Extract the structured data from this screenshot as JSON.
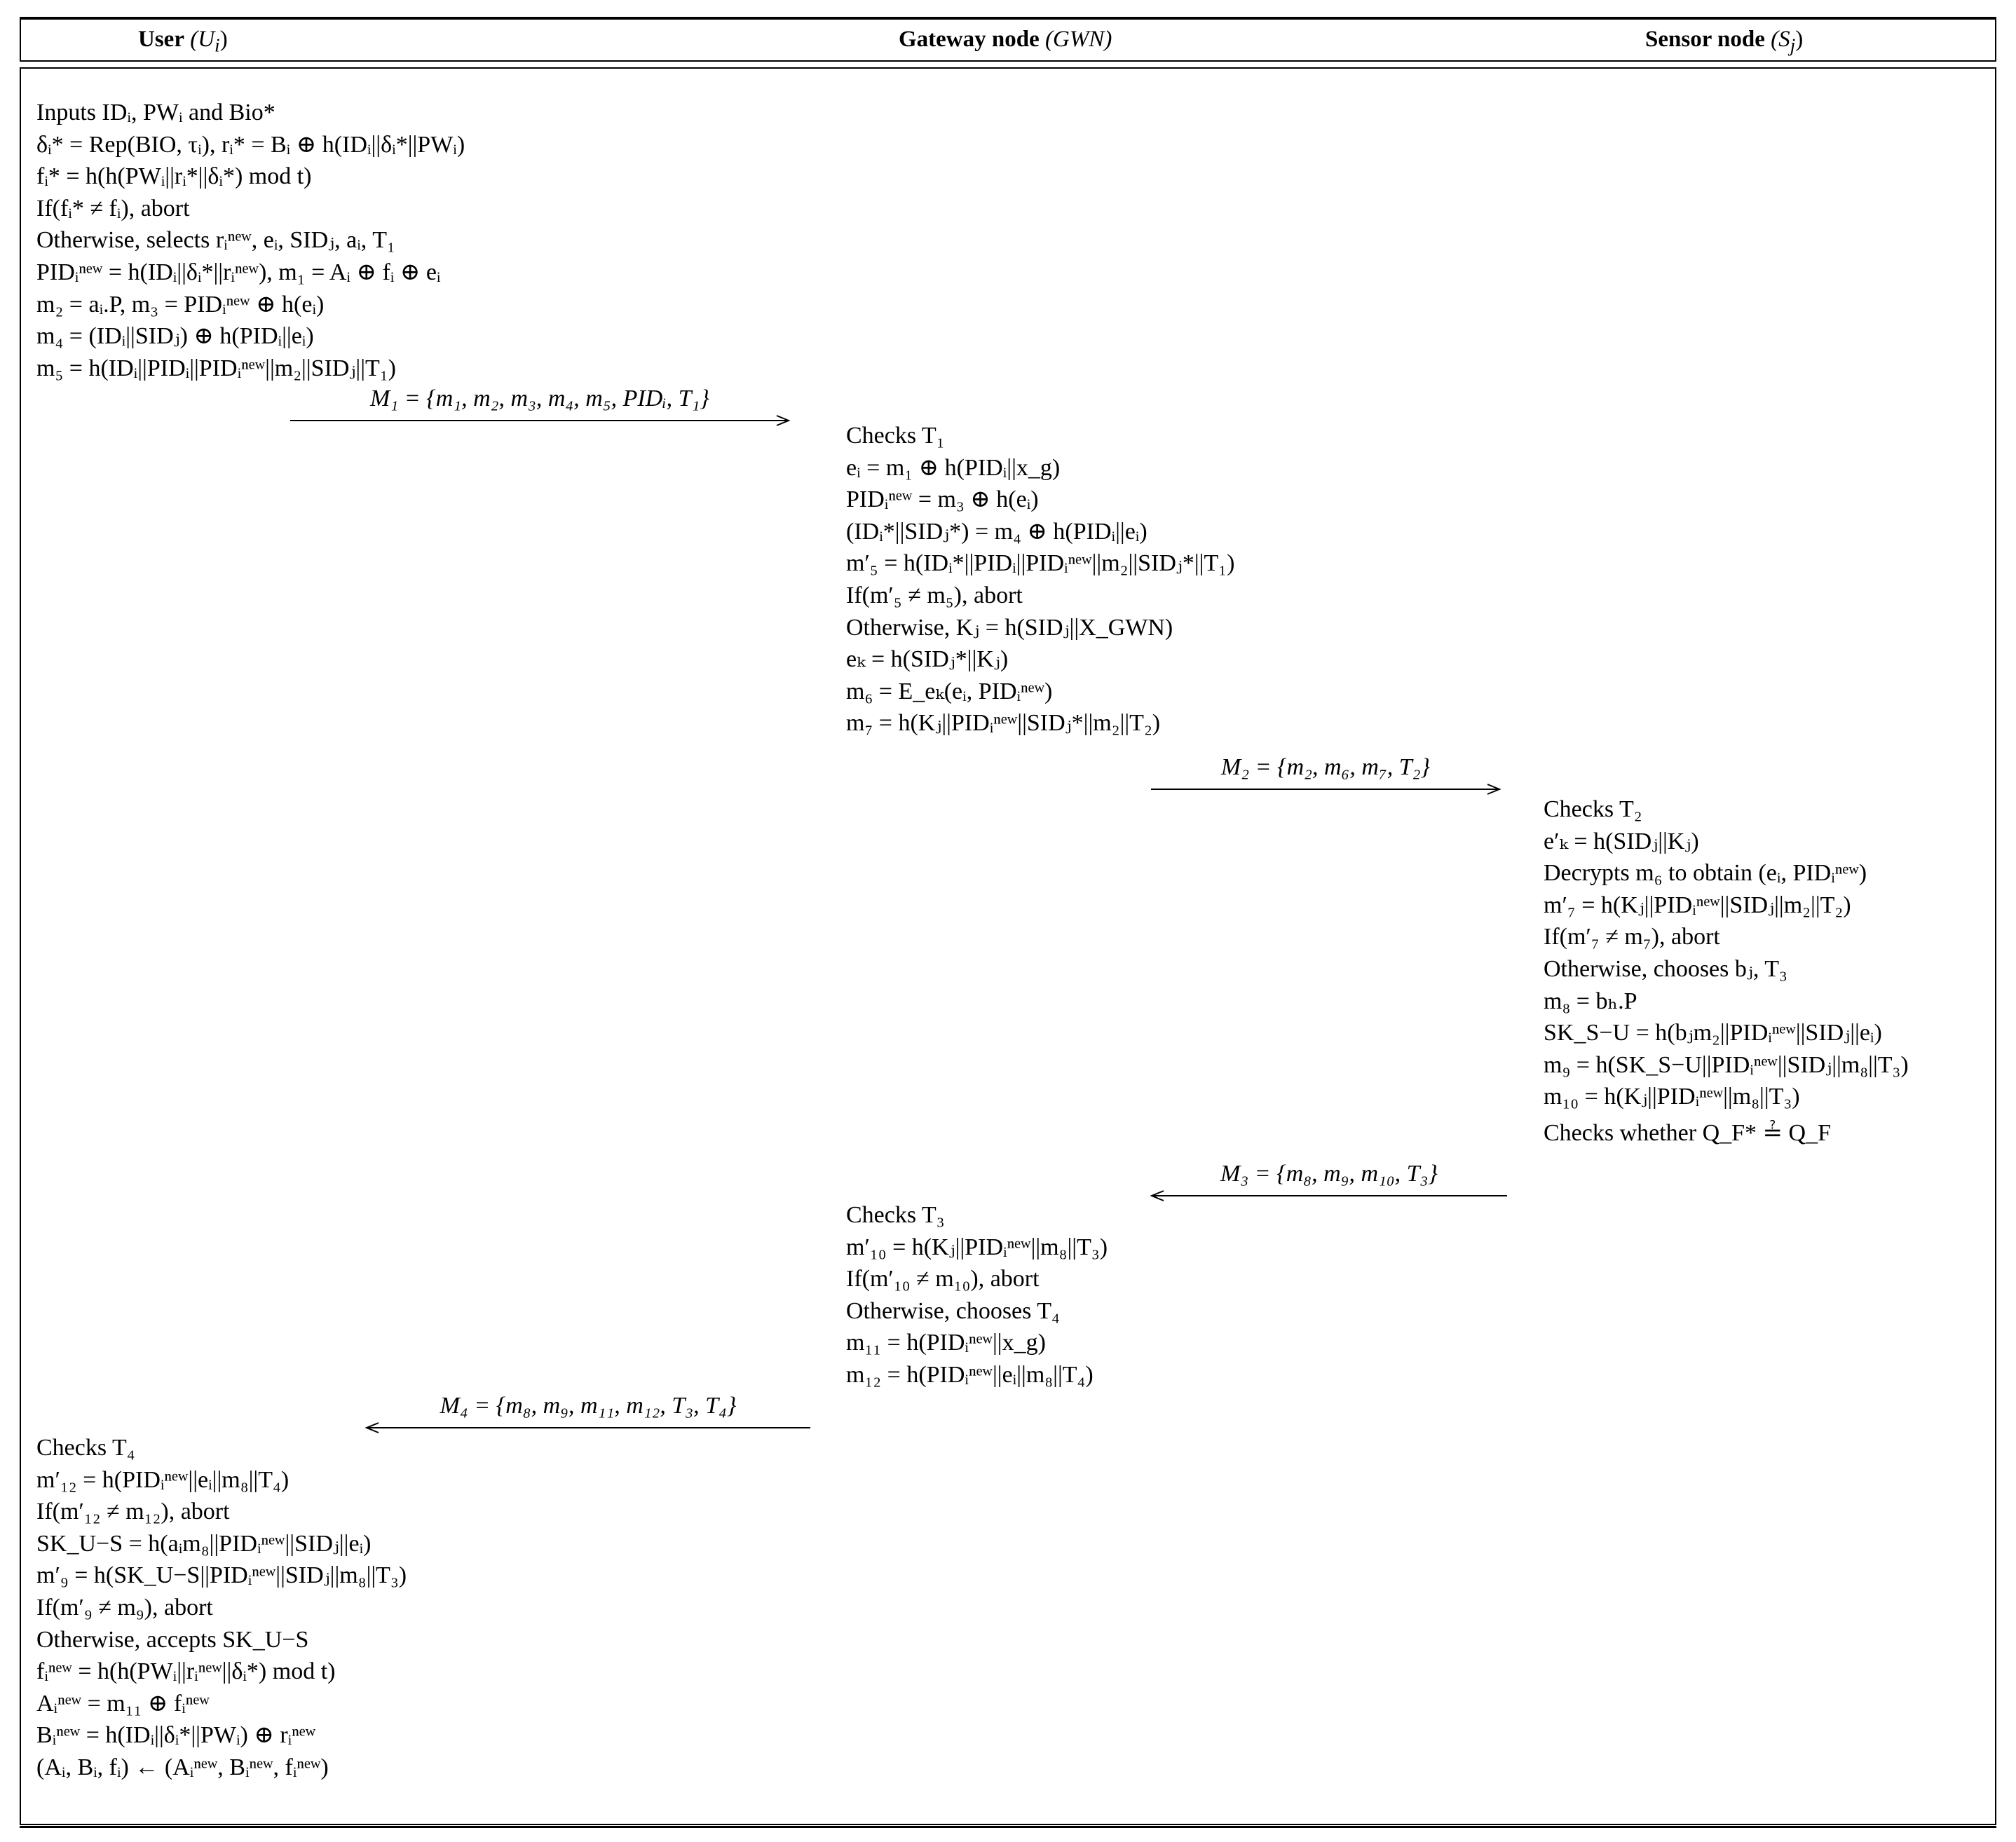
{
  "headers": {
    "user": {
      "name": "User",
      "sym": "(U",
      "sub": "i",
      "close": ")"
    },
    "gateway": {
      "name": "Gateway node",
      "sym": "(GWN)"
    },
    "sensor": {
      "name": "Sensor node",
      "sym": "(S",
      "sub": "j",
      "close": ")"
    }
  },
  "user_login": [
    "Inputs IDᵢ, PWᵢ and Bio*",
    "δᵢ* = Rep(BIO, τᵢ), rᵢ* = Bᵢ ⊕ h(IDᵢ||δᵢ*||PWᵢ)",
    "fᵢ* = h(h(PWᵢ||rᵢ*||δᵢ*) mod t)",
    "If(fᵢ* ≠ fᵢ), abort",
    "Otherwise, selects rᵢⁿᵉʷ, eᵢ, SIDⱼ, aᵢ, T₁",
    "PIDᵢⁿᵉʷ = h(IDᵢ||δᵢ*||rᵢⁿᵉʷ), m₁ = Aᵢ ⊕ fᵢ ⊕ eᵢ",
    "m₂ = aᵢ.P, m₃ = PIDᵢⁿᵉʷ ⊕ h(eᵢ)",
    "m₄ = (IDᵢ||SIDⱼ) ⊕ h(PIDᵢ||eᵢ)",
    "m₅ = h(IDᵢ||PIDᵢ||PIDᵢⁿᵉʷ||m₂||SIDⱼ||T₁)"
  ],
  "m1": "M₁ = {m₁, m₂, m₃, m₄, m₅, PIDᵢ, T₁}",
  "gwn_step1": [
    "Checks T₁",
    "eᵢ = m₁ ⊕ h(PIDᵢ||x_g)",
    "PIDᵢⁿᵉʷ = m₃ ⊕ h(eᵢ)",
    "(IDᵢ*||SIDⱼ*) = m₄ ⊕ h(PIDᵢ||eᵢ)",
    "m′₅ = h(IDᵢ*||PIDᵢ||PIDᵢⁿᵉʷ||m₂||SIDⱼ*||T₁)",
    "If(m′₅ ≠ m₅), abort",
    "Otherwise, Kⱼ = h(SIDⱼ||X_GWN)",
    "eₖ = h(SIDⱼ*||Kⱼ)",
    "m₆ = E_eₖ(eᵢ, PIDᵢⁿᵉʷ)",
    "m₇ = h(Kⱼ||PIDᵢⁿᵉʷ||SIDⱼ*||m₂||T₂)"
  ],
  "m2": "M₂ = {m₂, m₆, m₇, T₂}",
  "sensor_step": [
    "Checks T₂",
    "e′ₖ = h(SIDⱼ||Kⱼ)",
    "Decrypts m₆ to obtain (eᵢ, PIDᵢⁿᵉʷ)",
    "m′₇ = h(Kⱼ||PIDᵢⁿᵉʷ||SIDⱼ||m₂||T₂)",
    "If(m′₇ ≠ m₇), abort",
    "Otherwise, chooses bⱼ, T₃",
    "m₈ = bₕ.P",
    "SK_S−U = h(bⱼm₂||PIDᵢⁿᵉʷ||SIDⱼ||eᵢ)",
    "m₉ = h(SK_S−U||PIDᵢⁿᵉʷ||SIDⱼ||m₈||T₃)",
    "m₁₀ = h(Kⱼ||PIDᵢⁿᵉʷ||m₈||T₃)",
    "Checks whether Q_F* ≟ Q_F"
  ],
  "m3": "M₃ = {m₈, m₉, m₁₀, T₃}",
  "gwn_step2": [
    "Checks T₃",
    "m′₁₀ = h(Kⱼ||PIDᵢⁿᵉʷ||m₈||T₃)",
    "If(m′₁₀ ≠ m₁₀), abort",
    "Otherwise, chooses T₄",
    "m₁₁ = h(PIDᵢⁿᵉʷ||x_g)",
    "m₁₂ = h(PIDᵢⁿᵉʷ||eᵢ||m₈||T₄)"
  ],
  "m4": "M₄ = {m₈, m₉, m₁₁, m₁₂, T₃, T₄}",
  "user_final": [
    "Checks T₄",
    "m′₁₂ = h(PIDᵢⁿᵉʷ||eᵢ||m₈||T₄)",
    "If(m′₁₂ ≠ m₁₂), abort",
    "SK_U−S = h(aᵢm₈||PIDᵢⁿᵉʷ||SIDⱼ||eᵢ)",
    "m′₉ = h(SK_U−S||PIDᵢⁿᵉʷ||SIDⱼ||m₈||T₃)",
    "If(m′₉ ≠ m₉), abort",
    "Otherwise, accepts SK_U−S",
    "fᵢⁿᵉʷ = h(h(PWᵢ||rᵢⁿᵉʷ||δᵢ*) mod t)",
    "Aᵢⁿᵉʷ = m₁₁ ⊕ fᵢⁿᵉʷ",
    "Bᵢⁿᵉʷ = h(IDᵢ||δᵢ*||PWᵢ) ⊕ rᵢⁿᵉʷ",
    "(Aᵢ, Bᵢ, fᵢ) ← (Aᵢⁿᵉʷ, Bᵢⁿᵉʷ, fᵢⁿᵉʷ)"
  ]
}
